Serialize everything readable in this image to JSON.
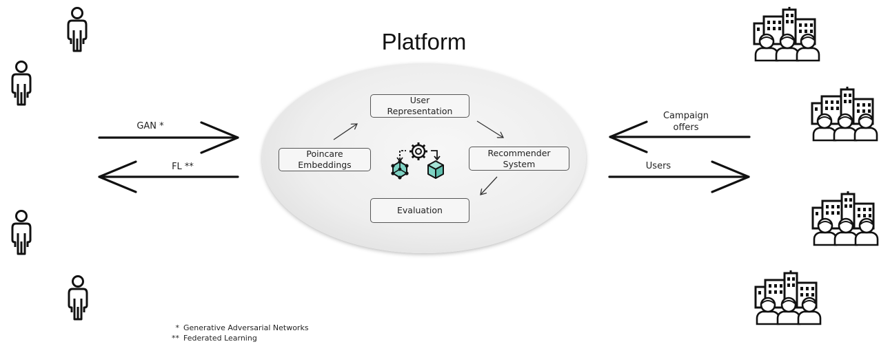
{
  "title": "Platform",
  "nodes": {
    "user_representation": "User\nRepresentation",
    "recommender_system": "Recommender\nSystem",
    "poincare_embeddings": "Poincare\nEmbeddings",
    "evaluation": "Evaluation"
  },
  "left_arrows": {
    "top_label": "GAN *",
    "bottom_label": "FL **"
  },
  "right_arrows": {
    "top_label": "Campaign\noffers",
    "bottom_label": "Users"
  },
  "footnotes": {
    "note1_marker": "*",
    "note1_text": "Generative Adversarial Networks",
    "note2_marker": "**",
    "note2_text": "Federated Learning"
  },
  "icons": {
    "left": [
      "person-icon",
      "person-icon",
      "person-icon",
      "person-icon"
    ],
    "right": [
      "company-icon",
      "company-icon",
      "company-icon",
      "company-icon"
    ],
    "center": "model-process-icon"
  },
  "colors": {
    "cube": "#7fd3c4",
    "stroke": "#111111"
  }
}
